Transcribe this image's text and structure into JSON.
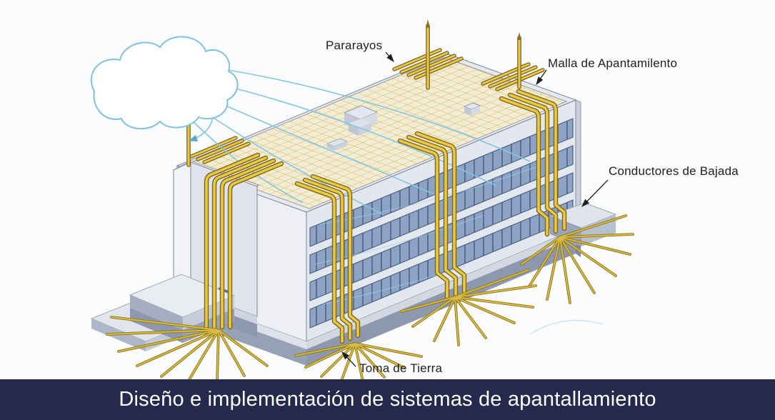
{
  "diagram": {
    "name": "lightning-protection-system-illustration",
    "labels": {
      "pararayos": "Pararayos",
      "malla": "Malla de Apantamilento",
      "conductores": "Conductores de Bajada",
      "toma": "Toma de Tierra"
    },
    "elements": [
      "storm-cloud",
      "streamer-field-lines",
      "air-terminal-rods",
      "roof-shielding-mesh",
      "down-conductors",
      "earth-electrode-radials",
      "office-building"
    ],
    "colors": {
      "conductor_gold": "#e9c844",
      "conductor_outline": "#7d671d",
      "earth_ray_gold": "#d8bc42",
      "roof_cream": "#f2ecd4",
      "roof_grid_gold": "#c7a52e",
      "wall_light": "#e3e7ee",
      "window_blue": "#8ca3c4",
      "plinth_gray": "#8d98ae",
      "cloud_outline_blue": "#7fc2e0",
      "label_text": "#1f1f1f"
    }
  },
  "footer": {
    "title": "Diseño e implementación de sistemas de apantallamiento",
    "background": "#252a4c",
    "text_color": "#ffffff"
  }
}
